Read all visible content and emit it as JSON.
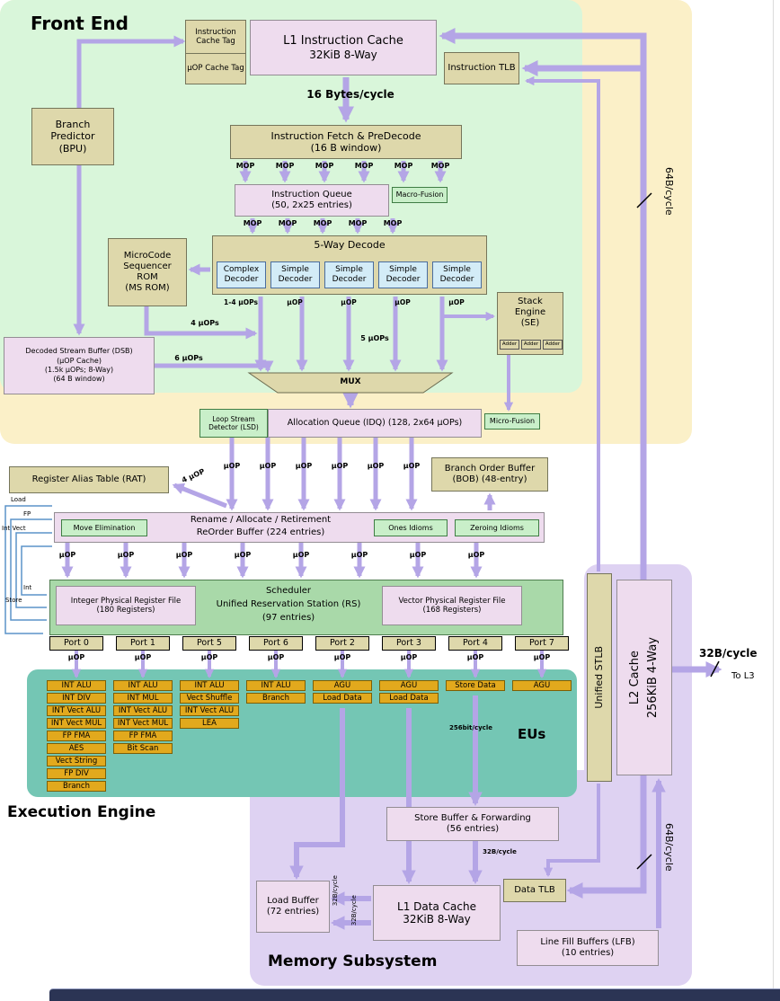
{
  "front_end": {
    "title": "Front End",
    "icache_tag": "Instruction Cache Tag",
    "uop_cache_tag": "µOP Cache Tag",
    "l1i_line1": "L1 Instruction Cache",
    "l1i_line2": "32KiB 8-Way",
    "itlb": "Instruction TLB",
    "rate_16b": "16 Bytes/cycle",
    "fetch_line1": "Instruction Fetch & PreDecode",
    "fetch_line2": "(16 B window)",
    "mop": "MOP",
    "iq_line1": "Instruction Queue",
    "iq_line2": "(50, 2x25 entries)",
    "macro_fusion": "Macro-Fusion",
    "decode_title": "5-Way Decode",
    "decoders": [
      "Complex Decoder",
      "Simple Decoder",
      "Simple Decoder",
      "Simple Decoder",
      "Simple Decoder"
    ],
    "decode_outputs": [
      "1-4 µOPs",
      "µOP",
      "µOP",
      "µOP",
      "µOP"
    ],
    "msrom_lines": [
      "MicroCode",
      "Sequencer",
      "ROM",
      "(MS ROM)"
    ],
    "stack_engine_lines": [
      "Stack",
      "Engine",
      "(SE)"
    ],
    "adder": "Adder",
    "bpu_lines": [
      "Branch",
      "Predictor",
      "(BPU)"
    ],
    "dsb_lines": [
      "Decoded Stream Buffer (DSB)",
      "(µOP Cache)",
      "(1.5k µOPs; 8-Way)",
      "(64 B window)"
    ],
    "label_4uops": "4 µOPs",
    "label_5uops": "5 µOPs",
    "label_6uops": "6 µOPs",
    "mux": "MUX",
    "lsd_lines": [
      "Loop Stream",
      "Detector (LSD)"
    ],
    "idq": "Allocation Queue (IDQ) (128, 2x64 µOPs)",
    "micro_fusion": "Micro-Fusion"
  },
  "execution": {
    "title": "Execution Engine",
    "rat": "Register Alias Table (RAT)",
    "bob_line1": "Branch Order Buffer",
    "bob_line2": "(BOB) (48-entry)",
    "label_4uop": "4 µOP",
    "uop": "µOP",
    "rename_line1": "Rename / Allocate / Retirement",
    "rename_line2": "ReOrder Buffer (224 entries)",
    "move_elimination": "Move Elimination",
    "ones_idioms": "Ones Idioms",
    "zeroing_idioms": "Zeroing Idioms",
    "scheduler_lines": [
      "Scheduler",
      "Unified Reservation Station (RS)",
      "(97 entries)"
    ],
    "int_prf_lines": [
      "Integer Physical Register File",
      "(180 Registers)"
    ],
    "vec_prf_lines": [
      "Vector Physical Register File",
      "(168 Registers)"
    ],
    "ports": [
      "Port 0",
      "Port 1",
      "Port 5",
      "Port 6",
      "Port 2",
      "Port 3",
      "Port 4",
      "Port 7"
    ],
    "eu_columns": [
      {
        "units": [
          "INT ALU",
          "INT DIV",
          "INT Vect ALU",
          "INT Vect MUL",
          "FP FMA",
          "AES",
          "Vect String",
          "FP DIV",
          "Branch"
        ]
      },
      {
        "units": [
          "INT ALU",
          "INT MUL",
          "INT Vect ALU",
          "INT Vect MUL",
          "FP FMA",
          "Bit Scan"
        ]
      },
      {
        "units": [
          "INT ALU",
          "Vect Shuffle",
          "INT Vect ALU",
          "LEA"
        ]
      },
      {
        "units": [
          "INT ALU",
          "Branch"
        ]
      },
      {
        "units": [
          "AGU",
          "Load Data"
        ]
      },
      {
        "units": [
          "AGU",
          "Load Data"
        ]
      },
      {
        "units": [
          "Store Data"
        ]
      },
      {
        "units": [
          "AGU"
        ]
      }
    ],
    "eus_label": "EUs",
    "bus_labels": [
      "Load",
      "FP",
      "Int Vect",
      "Int",
      "Store"
    ],
    "rate_256bit": "256bit/cycle"
  },
  "memory": {
    "title": "Memory Subsystem",
    "store_buffer_line1": "Store Buffer & Forwarding",
    "store_buffer_line2": "(56 entries)",
    "rate_32b_store": "32B/cycle",
    "load_buffer_line1": "Load Buffer",
    "load_buffer_line2": "(72 entries)",
    "l1d_line1": "L1 Data Cache",
    "l1d_line2": "32KiB 8-Way",
    "dtlb": "Data TLB",
    "lfb_line1": "Line Fill Buffers (LFB)",
    "lfb_line2": "(10 entries)",
    "rate_32b_a": "32B/cycle",
    "rate_32b_b": "32B/cycle"
  },
  "right_side": {
    "stlb": "Unified STLB",
    "l2_line1": "L2 Cache",
    "l2_line2": "256KiB 4-Way",
    "rate_64b_top": "64B/cycle",
    "rate_64b_bottom": "64B/cycle",
    "rate_32b_l3": "32B/cycle",
    "to_l3": "To L3"
  }
}
